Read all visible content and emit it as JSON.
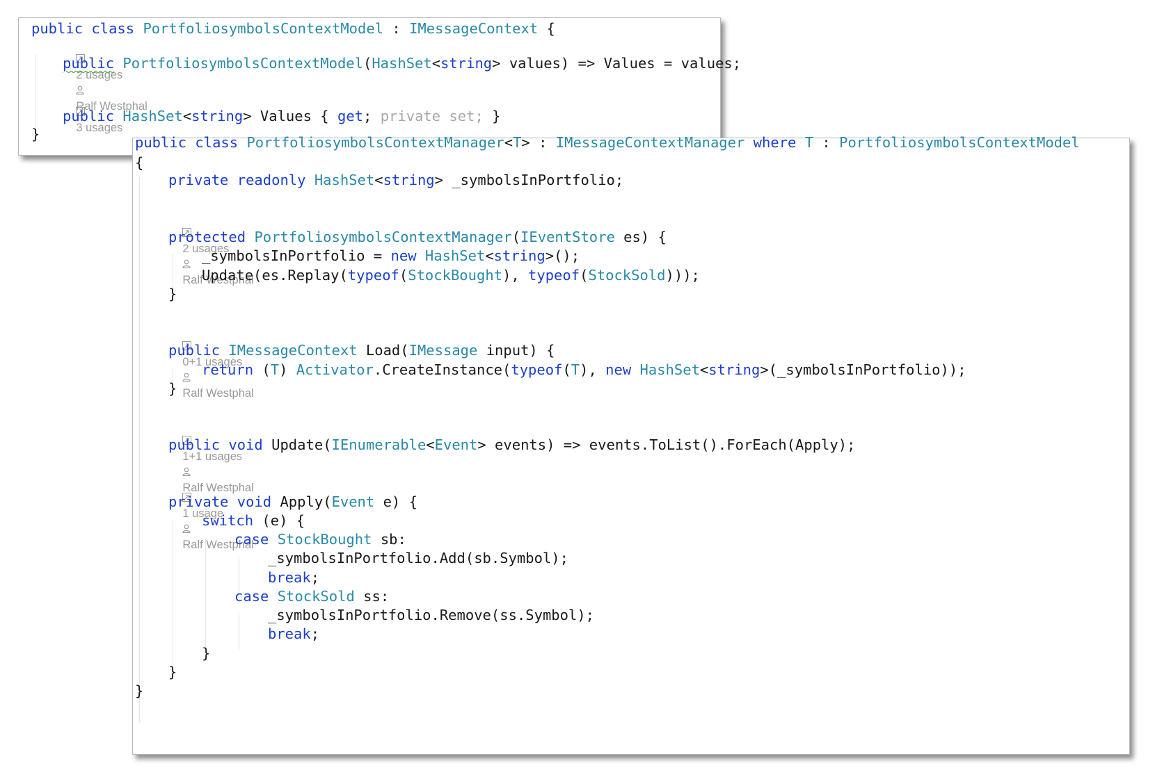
{
  "panel_model": {
    "header_tokens": [
      {
        "t": "public",
        "c": "kw"
      },
      {
        "t": " "
      },
      {
        "t": "class",
        "c": "kw"
      },
      {
        "t": " "
      },
      {
        "t": "PortfoliosymbolsContextModel",
        "c": "ty"
      },
      {
        "t": " : "
      },
      {
        "t": "IMessageContext",
        "c": "ty"
      },
      {
        "t": " {"
      }
    ],
    "ctor_hint": {
      "usages": "2 usages",
      "author": "Ralf Westphal"
    },
    "ctor_tokens": [
      {
        "t": "public",
        "c": "kw sq"
      },
      {
        "t": " "
      },
      {
        "t": "PortfoliosymbolsContextModel",
        "c": "ty"
      },
      {
        "t": "("
      },
      {
        "t": "HashSet",
        "c": "ty"
      },
      {
        "t": "<"
      },
      {
        "t": "string",
        "c": "kw"
      },
      {
        "t": "> values) => Values = values;"
      }
    ],
    "prop_hint": {
      "usages": "3 usages"
    },
    "prop_tokens": [
      {
        "t": "public",
        "c": "kw"
      },
      {
        "t": " "
      },
      {
        "t": "HashSet",
        "c": "ty"
      },
      {
        "t": "<"
      },
      {
        "t": "string",
        "c": "kw"
      },
      {
        "t": "> Values { "
      },
      {
        "t": "get",
        "c": "kw"
      },
      {
        "t": "; "
      },
      {
        "t": "private set;",
        "c": "gr"
      },
      {
        "t": " }"
      }
    ],
    "close_tokens": [
      {
        "t": "}"
      }
    ]
  },
  "panel_manager": {
    "header_tokens": [
      {
        "t": "public",
        "c": "kw"
      },
      {
        "t": " "
      },
      {
        "t": "class",
        "c": "kw"
      },
      {
        "t": " "
      },
      {
        "t": "PortfoliosymbolsContextManager",
        "c": "ty"
      },
      {
        "t": "<"
      },
      {
        "t": "T",
        "c": "ty"
      },
      {
        "t": "> : "
      },
      {
        "t": "IMessageContextManager",
        "c": "ty"
      },
      {
        "t": " "
      },
      {
        "t": "where",
        "c": "kw"
      },
      {
        "t": " "
      },
      {
        "t": "T",
        "c": "ty"
      },
      {
        "t": " : "
      },
      {
        "t": "PortfoliosymbolsContextModel",
        "c": "ty"
      }
    ],
    "open_brace_tokens": [
      {
        "t": "{"
      }
    ],
    "field_tokens": [
      {
        "t": "private",
        "c": "kw"
      },
      {
        "t": " "
      },
      {
        "t": "readonly",
        "c": "kw"
      },
      {
        "t": " "
      },
      {
        "t": "HashSet",
        "c": "ty"
      },
      {
        "t": "<"
      },
      {
        "t": "string",
        "c": "kw"
      },
      {
        "t": "> _symbolsInPortfolio;"
      }
    ],
    "ctor_hint": {
      "usages": "2 usages",
      "author": "Ralf Westphal"
    },
    "ctor_sig_tokens": [
      {
        "t": "protected",
        "c": "kw"
      },
      {
        "t": " "
      },
      {
        "t": "PortfoliosymbolsContextManager",
        "c": "ty"
      },
      {
        "t": "("
      },
      {
        "t": "IEventStore",
        "c": "ty"
      },
      {
        "t": " es) {"
      }
    ],
    "ctor_body1_tokens": [
      {
        "t": "_symbolsInPortfolio = "
      },
      {
        "t": "new",
        "c": "kw"
      },
      {
        "t": " "
      },
      {
        "t": "HashSet",
        "c": "ty"
      },
      {
        "t": "<"
      },
      {
        "t": "string",
        "c": "kw"
      },
      {
        "t": ">();"
      }
    ],
    "ctor_body2_tokens": [
      {
        "t": "Update(es.Replay("
      },
      {
        "t": "typeof",
        "c": "kw"
      },
      {
        "t": "("
      },
      {
        "t": "StockBought",
        "c": "ty"
      },
      {
        "t": "), "
      },
      {
        "t": "typeof",
        "c": "kw"
      },
      {
        "t": "("
      },
      {
        "t": "StockSold",
        "c": "ty"
      },
      {
        "t": ")));"
      }
    ],
    "ctor_close_tokens": [
      {
        "t": "}"
      }
    ],
    "load_hint": {
      "usages": "0+1 usages",
      "author": "Ralf Westphal"
    },
    "load_sig_tokens": [
      {
        "t": "public",
        "c": "kw"
      },
      {
        "t": " "
      },
      {
        "t": "IMessageContext",
        "c": "ty"
      },
      {
        "t": " Load("
      },
      {
        "t": "IMessage",
        "c": "ty"
      },
      {
        "t": " input) {"
      }
    ],
    "load_body_tokens": [
      {
        "t": "return",
        "c": "kw"
      },
      {
        "t": " ("
      },
      {
        "t": "T",
        "c": "ty"
      },
      {
        "t": ") "
      },
      {
        "t": "Activator",
        "c": "ty"
      },
      {
        "t": ".CreateInstance("
      },
      {
        "t": "typeof",
        "c": "kw"
      },
      {
        "t": "("
      },
      {
        "t": "T",
        "c": "ty"
      },
      {
        "t": "), "
      },
      {
        "t": "new",
        "c": "kw"
      },
      {
        "t": " "
      },
      {
        "t": "HashSet",
        "c": "ty"
      },
      {
        "t": "<"
      },
      {
        "t": "string",
        "c": "kw"
      },
      {
        "t": ">(_symbolsInPortfolio));"
      }
    ],
    "load_close_tokens": [
      {
        "t": "}"
      }
    ],
    "update_hint": {
      "usages": "1+1 usages",
      "author": "Ralf Westphal"
    },
    "update_tokens": [
      {
        "t": "public",
        "c": "kw"
      },
      {
        "t": " "
      },
      {
        "t": "void",
        "c": "kw"
      },
      {
        "t": " Update("
      },
      {
        "t": "IEnumerable",
        "c": "ty"
      },
      {
        "t": "<"
      },
      {
        "t": "Event",
        "c": "ty"
      },
      {
        "t": "> events) => events.ToList().ForEach(Apply);"
      }
    ],
    "apply_hint": {
      "usages": "1 usage",
      "author": "Ralf Westphal"
    },
    "apply_sig_tokens": [
      {
        "t": "private",
        "c": "kw"
      },
      {
        "t": " "
      },
      {
        "t": "void",
        "c": "kw"
      },
      {
        "t": " Apply("
      },
      {
        "t": "Event",
        "c": "ty"
      },
      {
        "t": " e) {"
      }
    ],
    "switch_tokens": [
      {
        "t": "switch",
        "c": "kw"
      },
      {
        "t": " (e) {"
      }
    ],
    "case1_tokens": [
      {
        "t": "case",
        "c": "kw"
      },
      {
        "t": " "
      },
      {
        "t": "StockBought",
        "c": "ty"
      },
      {
        "t": " sb:"
      }
    ],
    "add_tokens": [
      {
        "t": "_symbolsInPortfolio.Add(sb.Symbol);"
      }
    ],
    "break1_tokens": [
      {
        "t": "break",
        "c": "kw"
      },
      {
        "t": ";"
      }
    ],
    "case2_tokens": [
      {
        "t": "case",
        "c": "kw"
      },
      {
        "t": " "
      },
      {
        "t": "StockSold",
        "c": "ty"
      },
      {
        "t": " ss:"
      }
    ],
    "remove_tokens": [
      {
        "t": "_symbolsInPortfolio.Remove(ss.Symbol);"
      }
    ],
    "break2_tokens": [
      {
        "t": "break",
        "c": "kw"
      },
      {
        "t": ";"
      }
    ],
    "switch_close_tokens": [
      {
        "t": "}"
      }
    ],
    "apply_close_tokens": [
      {
        "t": "}"
      }
    ],
    "class_close_tokens": [
      {
        "t": "}"
      }
    ]
  }
}
